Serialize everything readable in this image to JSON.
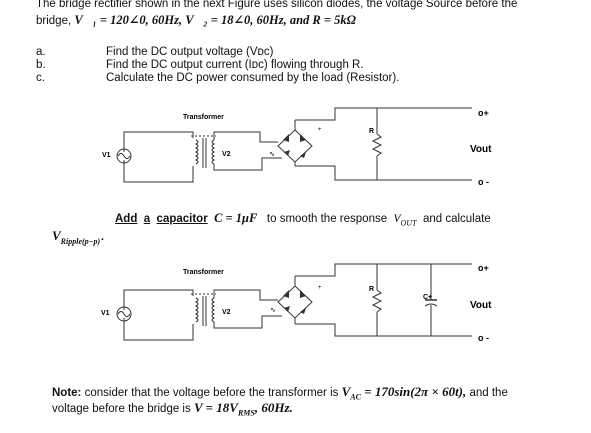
{
  "problem": {
    "line1": "The bridge rectifier shown in the next Figure uses silicon diodes, the voltage Source before the",
    "line2_prefix": "bridge,",
    "line2_math": "V⃗₁ = 120∠0, 60Hz, V⃗₂ = 18∠0, 60Hz, and R = 5kΩ"
  },
  "tasks": [
    {
      "letter": "a.",
      "text": "Find the DC output voltage (Vᴅᴄ)"
    },
    {
      "letter": "b.",
      "text": "Find the DC output current (Iᴅᴄ) flowing through R."
    },
    {
      "letter": "c.",
      "text": "Calculate the DC power consumed by the load (Resistor)."
    }
  ],
  "circuit1": {
    "transformer_label": "Transformer",
    "source_label": "V1",
    "secondary_label": "V2",
    "resistor_label": "R",
    "plus_terminal": "o+",
    "minus_terminal": "o -",
    "output_label": "Vout",
    "bridge_plus": "+",
    "bridge_sine": "∿"
  },
  "capacitor_task": {
    "add": "Add",
    "a": "a",
    "capacitor": "capacitor",
    "math": "C = 1μF",
    "rest": "to smooth the response",
    "vout": "V",
    "vout_sub": "OUT",
    "end": "and calculate",
    "ripple": "V",
    "ripple_sub": "Ripple(p−p)",
    "ripple_dot": "."
  },
  "circuit2": {
    "transformer_label": "Transformer",
    "source_label": "V1",
    "secondary_label": "V2",
    "resistor_label": "R",
    "cap_label": "C+",
    "plus_terminal": "o+",
    "minus_terminal": "o -",
    "output_label": "Vout",
    "bridge_plus": "+",
    "bridge_sine": "∿"
  },
  "note": {
    "label": "Note:",
    "text1": "consider that the voltage before the transformer is",
    "math1": "V",
    "math1_sub": "AC",
    "math1_rest": " = 170sin(2π × 60t),",
    "text2": "and the",
    "line2": "voltage before the bridge is",
    "math2": "V = 18V",
    "math2_sub": "RMS",
    "math2_rest": ", 60Hz."
  }
}
